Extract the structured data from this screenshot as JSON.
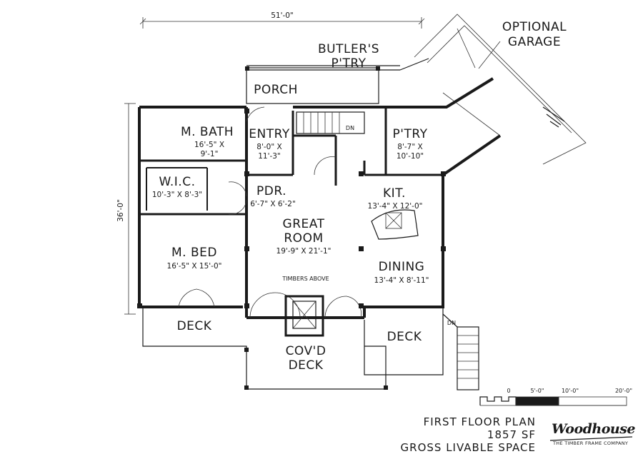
{
  "overall_width": "51'-0\"",
  "overall_depth": "36'-0\"",
  "optional_garage": [
    "OPTIONAL",
    "GARAGE"
  ],
  "butlers_pantry": [
    "BUTLER'S",
    "P'TRY"
  ],
  "rooms": {
    "porch": {
      "name": "PORCH"
    },
    "m_bath": {
      "name": "M. BATH",
      "dim1": "16'-5\" X",
      "dim2": "9'-1\""
    },
    "entry": {
      "name": "ENTRY",
      "dim1": "8'-0\" X",
      "dim2": "11'-3\""
    },
    "pantry": {
      "name": "P'TRY",
      "dim1": "8'-7\" X",
      "dim2": "10'-10\""
    },
    "wic": {
      "name": "W.I.C.",
      "dim": "10'-3\" X 8'-3\""
    },
    "pdr": {
      "name": "PDR.",
      "dim": "6'-7\" X 6'-2\""
    },
    "kit": {
      "name": "KIT.",
      "dim": "13'-4\" X 12'-0\""
    },
    "great_room": {
      "name1": "GREAT",
      "name2": "ROOM",
      "dim": "19'-9\" X 21'-1\"",
      "note": "TIMBERS ABOVE"
    },
    "m_bed": {
      "name": "M. BED",
      "dim": "16'-5\" X 15'-0\""
    },
    "dining": {
      "name": "DINING",
      "dim": "13'-4\" X 8'-11\""
    },
    "deck_left": {
      "name": "DECK"
    },
    "deck_right": {
      "name": "DECK"
    },
    "covd_deck": {
      "name1": "COV'D",
      "name2": "DECK"
    }
  },
  "stair_labels": {
    "up": "DN",
    "down": "DN"
  },
  "scale": {
    "ticks": [
      "0",
      "5'-0\"",
      "10'-0\"",
      "20'-0\""
    ]
  },
  "caption": {
    "line1": "FIRST FLOOR PLAN",
    "line2": "1857 SF",
    "line3": "GROSS LIVABLE SPACE"
  },
  "logo": {
    "name": "Woodhouse",
    "tagline": "THE TIMBER FRAME COMPANY"
  }
}
